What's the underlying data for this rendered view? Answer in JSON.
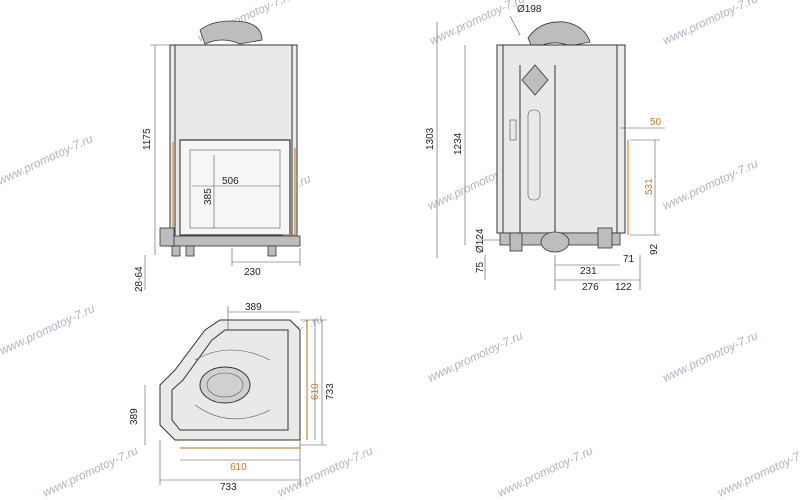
{
  "watermark": "www.promotoy-7.ru",
  "colors": {
    "line": "#333333",
    "accent": "#c8782a",
    "watermark": "#9aa3b2"
  },
  "front": {
    "height_total": "1175",
    "feet_range": "28-64",
    "opening_width": "506",
    "opening_height": "385",
    "bottom_offset": "230"
  },
  "side": {
    "flue_diameter": "Ø198",
    "height_total": "1303",
    "height_flue": "1234",
    "air_inlet_diameter": "Ø124",
    "foot_height": "75",
    "top_offset": "50",
    "glass_height": "531",
    "bottom_offset": "92",
    "dim_231": "231",
    "dim_71": "71",
    "dim_276": "276",
    "dim_122": "122"
  },
  "plan": {
    "top_width": "389",
    "left_depth": "389",
    "glass_width": "610",
    "glass_depth": "610",
    "total_width": "733",
    "total_depth": "733"
  }
}
